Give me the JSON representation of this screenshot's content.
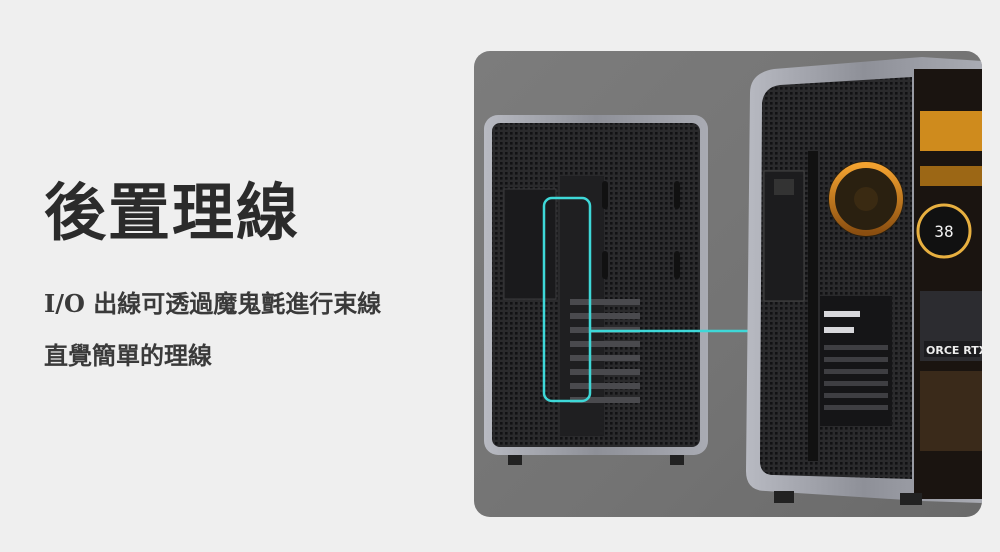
{
  "heading": "後置理線",
  "description_lines": [
    "I/O 出線可透過魔鬼氈進行束線",
    "直覺簡單的理線"
  ],
  "photo": {
    "subject": "pc-case-rear-cable-management",
    "gpu_label": "ORCE RTX",
    "temp_readout": "38"
  },
  "colors": {
    "background": "#efefef",
    "text": "#2b2b2b",
    "highlight": "#3ed8d8",
    "case_frame": "#9ea0a8",
    "case_panel": "#2a2a2c"
  }
}
